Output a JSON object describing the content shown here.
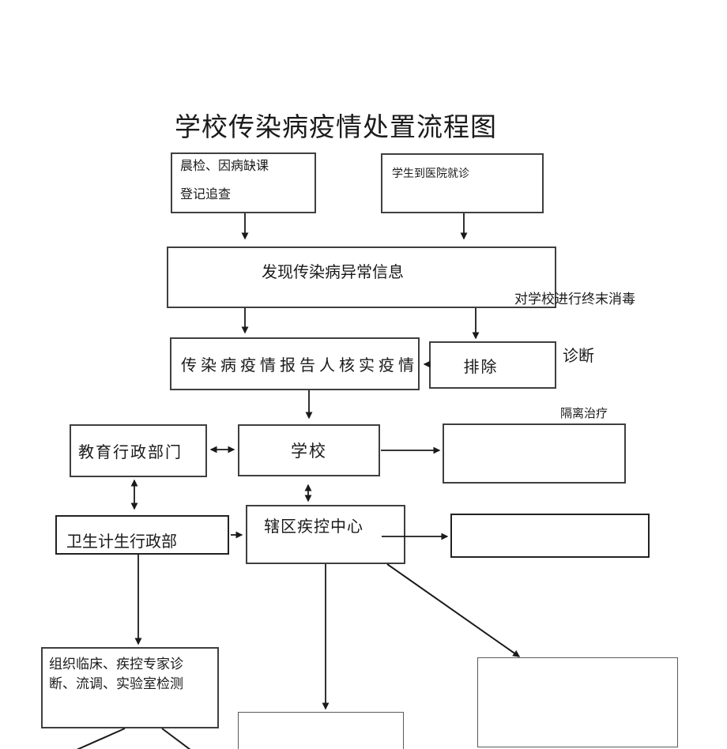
{
  "title": "学校传染病疫情处置流程图",
  "boxes": {
    "morning_check": {
      "line1": "晨检、因病缺课",
      "line2": "登记追查"
    },
    "hospital_visit": "学生到医院就诊",
    "discover_info": "发现传染病异常信息",
    "verify_epidemic": "传染病疫情报告人核实疫情",
    "exclude": "排除",
    "edu_admin": "教育行政部门",
    "school": "学校",
    "health_admin": "卫生计生行政部",
    "district_cdc": "辖区疾控中心",
    "expert_team": {
      "line1": "组织临床、疾控专家诊",
      "line2": "断、流调、实验室检测"
    }
  },
  "labels": {
    "terminal_disinfection": "对学校进行终末消毒",
    "diagnosis": "诊断",
    "isolation_treatment": "隔离治疗"
  },
  "colors": {
    "ink": "#1a1a1a",
    "box_border": "#3f3f3f",
    "connector": "#1a1a1a"
  }
}
